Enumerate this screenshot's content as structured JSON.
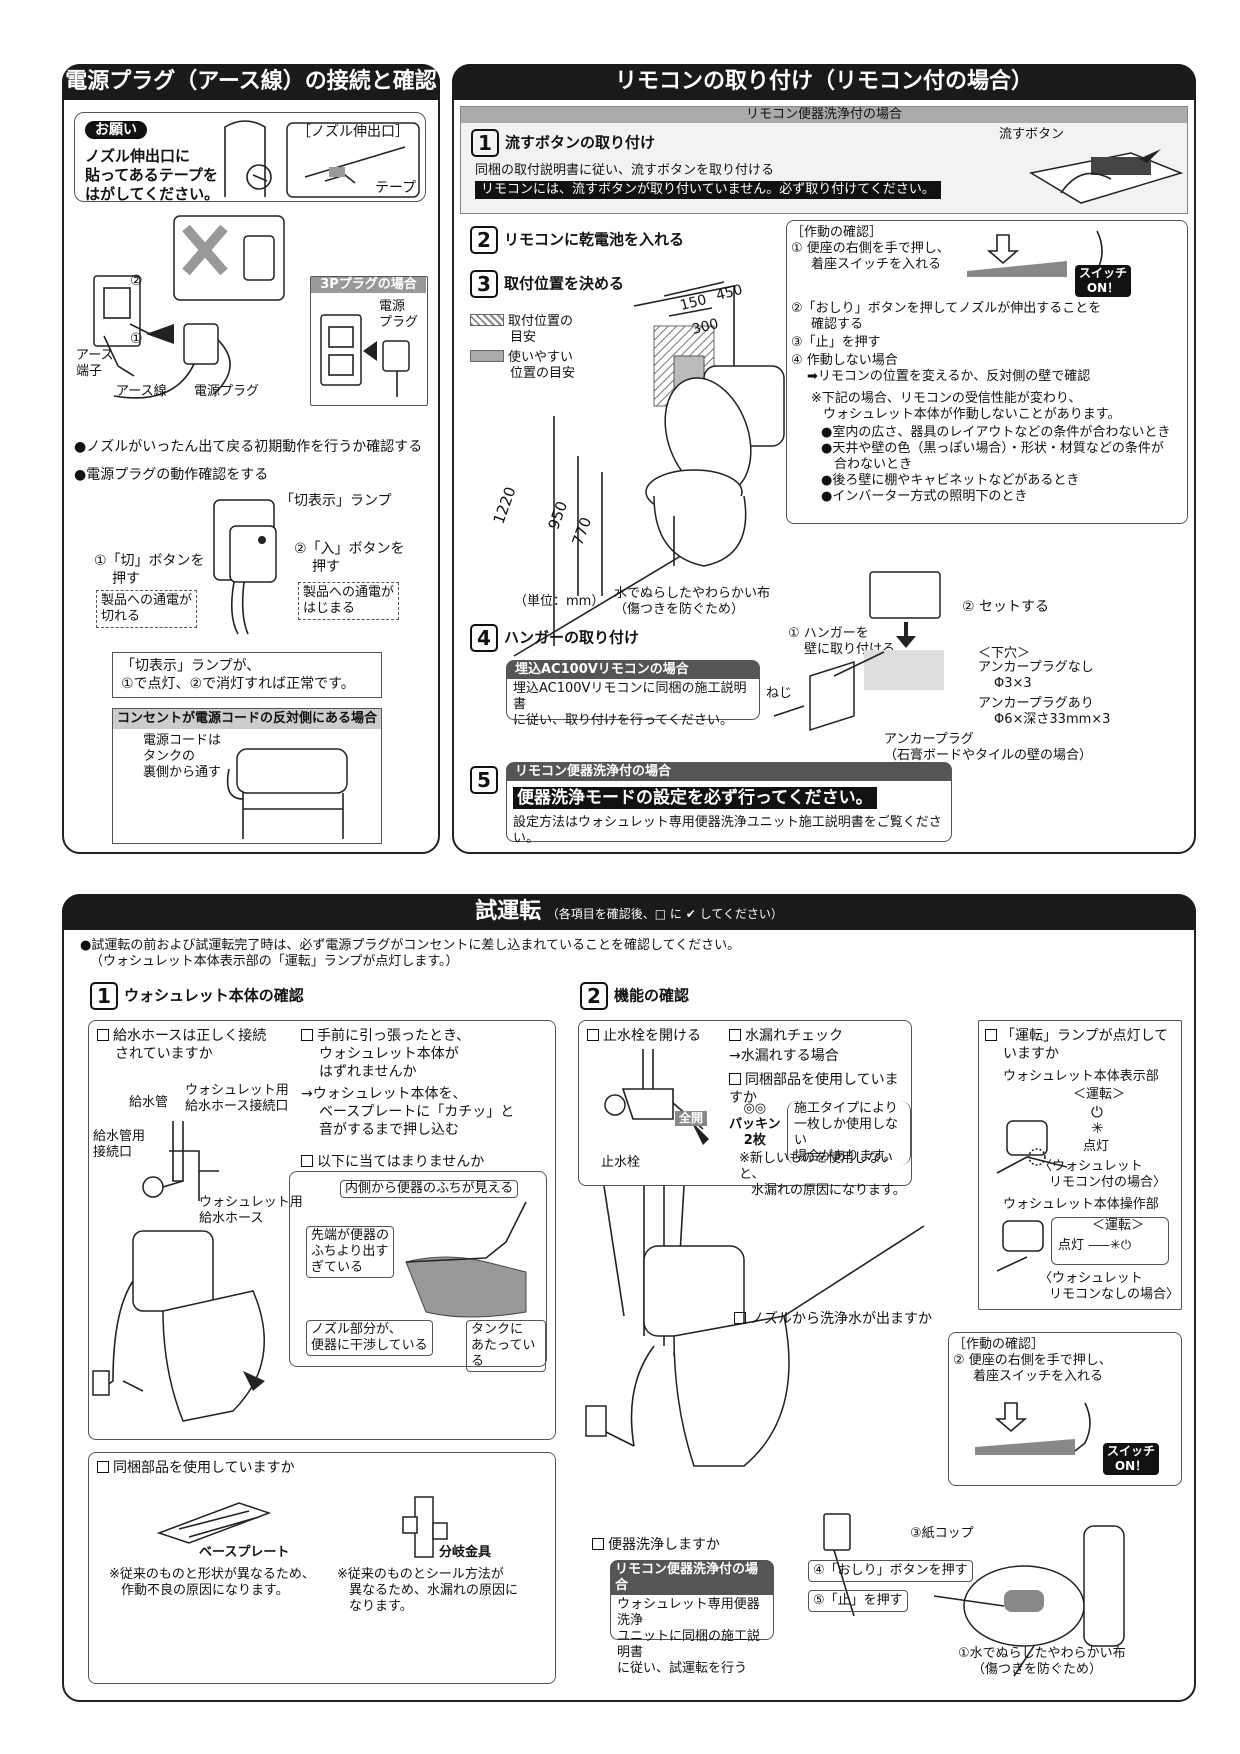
{
  "sec1": {
    "title": "電源プラグ（アース線）の接続と確認",
    "request_badge": "お願い",
    "request_text": [
      "ノズル伸出口に",
      "貼ってあるテープを",
      "はがしてください。"
    ],
    "nozzle_label": "［ノズル伸出口］",
    "tape_label": "テープ",
    "plug3p_title": "3Pプラグの場合",
    "plug3p_label": [
      "電源",
      "プラグ"
    ],
    "step1": "①",
    "step2": "②",
    "earth_terminal": [
      "アース",
      "端子"
    ],
    "earth_wire": "アース線",
    "power_plug": "電源プラグ",
    "bullet1": "●ノズルがいったん出て戻る初期動作を行うか確認する",
    "bullet2": "●電源プラグの動作確認をする",
    "off_lamp": "「切表示」ランプ",
    "off_btn": [
      "①「切」ボタンを",
      "押す"
    ],
    "on_btn": [
      "②「入」ボタンを",
      "押す"
    ],
    "off_note": [
      "製品への通電が",
      "切れる"
    ],
    "on_note": [
      "製品への通電が",
      "はじまる"
    ],
    "lamp_note": [
      "「切表示」ランプが、",
      "①で点灯、②で消灯すれば正常です。"
    ],
    "outlet_title": "コンセントが電源コードの反対側にある場合",
    "outlet_text": [
      "電源コードは",
      "タンクの",
      "裏側から通す"
    ]
  },
  "sec2": {
    "title": "リモコンの取り付け（リモコン付の場合）",
    "subbar": "リモコン便器洗浄付の場合",
    "s1_num": "1",
    "s1_title": "流すボタンの取り付け",
    "s1_text": "同梱の取付説明書に従い、流すボタンを取り付ける",
    "s1_warn": "リモコンには、流すボタンが取り付いていません。必ず取り付けてください。",
    "flush_btn": "流すボタン",
    "s2_num": "2",
    "s2_title": "リモコンに乾電池を入れる",
    "s3_num": "3",
    "s3_title": "取付位置を決める",
    "legend1": [
      "取付位置の",
      "目安"
    ],
    "legend2": [
      "使いやすい",
      "位置の目安"
    ],
    "dims": [
      "150",
      "450",
      "300",
      "1220",
      "950",
      "770"
    ],
    "unit": "（単位：mm）",
    "cloth": [
      "水でぬらしたやわらかい布",
      "（傷つきを防ぐため）"
    ],
    "check_title": "［作動の確認］",
    "check1": [
      "① 便座の右側を手で押し、",
      "着座スイッチを入れる"
    ],
    "switch_on": [
      "スイッチ",
      "ON！"
    ],
    "check2": [
      "②「おしり」ボタンを押してノズルが伸出することを",
      "確認する"
    ],
    "check3": "③「止」を押す",
    "check4": "④ 作動しない場合",
    "check4b": "➡リモコンの位置を変えるか、反対側の壁で確認",
    "note_head": [
      "※下記の場合、リモコンの受信性能が変わり、",
      "ウォシュレット本体が作動しないことがあります。"
    ],
    "note_items": [
      "●室内の広さ、器具のレイアウトなどの条件が合わないとき",
      "●天井や壁の色（黒っぽい場合）・形状・材質などの条件が",
      "　合わないとき",
      "●後ろ壁に棚やキャビネットなどがあるとき",
      "●インバーター方式の照明下のとき"
    ],
    "s4_num": "4",
    "s4_title": "ハンガーの取り付け",
    "s4_tag": "埋込AC100Vリモコンの場合",
    "s4_text": [
      "埋込AC100Vリモコンに同梱の施工説明書",
      "に従い、取り付けを行ってください。"
    ],
    "hanger1": [
      "① ハンガーを",
      "壁に取り付ける"
    ],
    "set": "② セットする",
    "screw": "ねじ",
    "lower_hole": "＜下穴＞",
    "anchor_none": [
      "アンカープラグなし",
      "Φ3×3"
    ],
    "anchor_yes": [
      "アンカープラグあり",
      "Φ6×深さ33mm×3"
    ],
    "anchor_plug": [
      "アンカープラグ",
      "（石膏ボードやタイルの壁の場合）"
    ],
    "s5_num": "5",
    "s5_tag": "リモコン便器洗浄付の場合",
    "s5_main": "便器洗浄モードの設定を必ず行ってください。",
    "s5_sub": "設定方法はウォシュレット専用便器洗浄ユニット施工説明書をご覧ください。"
  },
  "sec3": {
    "title": "試運転",
    "title_note": "（各項目を確認後、□ に ✔ してください）",
    "intro": [
      "●試運転の前および試運転完了時は、必ず電源プラグがコンセントに差し込まれていることを確認してください。",
      "（ウォシュレット本体表示部の「運転」ランプが点灯します。）"
    ],
    "p1_num": "1",
    "p1_title": "ウォシュレット本体の確認",
    "hose_check": [
      "給水ホースは正しく接続",
      "されていますか"
    ],
    "water_pipe": "給水管",
    "hose_port": [
      "ウォシュレット用",
      "給水ホース接続口"
    ],
    "pipe_port": [
      "給水管用",
      "接続口"
    ],
    "hose": [
      "ウォシュレット用",
      "給水ホース"
    ],
    "pull_check": [
      "手前に引っ張ったとき、",
      "ウォシュレット本体が",
      "はずれませんか"
    ],
    "pull_fix": [
      "→ウォシュレット本体を、",
      "ベースプレートに「カチッ」と",
      "音がするまで押し込む"
    ],
    "not_apply": "以下に当てはまりませんか",
    "rim_visible": "内側から便器のふちが見える",
    "tip_over": [
      "先端が便器の",
      "ふちより出す",
      "ぎている"
    ],
    "nozzle_hit": [
      "ノズル部分が、",
      "便器に干渉している"
    ],
    "tank_hit": [
      "タンクに",
      "あたっている"
    ],
    "parts_check": "同梱部品を使用していますか",
    "base_plate": "ベースプレート",
    "branch": "分岐金具",
    "base_note": [
      "※従来のものと形状が異なるため、",
      "作動不良の原因になります。"
    ],
    "branch_note": [
      "※従来のものとシール方法が",
      "異なるため、水漏れの原因に",
      "なります。"
    ],
    "p2_num": "2",
    "p2_title": "機能の確認",
    "valve_open": "止水栓を開ける",
    "full_open": "全開",
    "stop_valve": "止水栓",
    "leak_check": "水漏れチェック",
    "leak_fix": "→水漏れする場合",
    "parts_check2": "同梱部品を使用していますか",
    "packing": [
      "パッキン",
      "2枚"
    ],
    "packing_note": [
      "施工タイプにより",
      "一枚しか使用しない",
      "場合があります。"
    ],
    "packing_warn": [
      "※新しいものを使用しないと、",
      "水漏れの原因になります。"
    ],
    "lamp_check": [
      "「運転」ランプが点灯して",
      "いますか"
    ],
    "body_display": "ウォシュレット本体表示部",
    "run_label": "＜運転＞",
    "lit": "点灯",
    "with_remote": [
      "〈ウォシュレット",
      "リモコン付の場合〉"
    ],
    "body_panel": "ウォシュレット本体操作部",
    "lit2": "点灯",
    "without_remote": [
      "〈ウォシュレット",
      "リモコンなしの場合〉"
    ],
    "nozzle_water": "ノズルから洗浄水が出ますか",
    "check_title": "［作動の確認］",
    "check2": [
      "② 便座の右側を手で押し、",
      "着座スイッチを入れる"
    ],
    "switch_on": [
      "スイッチ",
      "ON！"
    ],
    "paper_cup": "③紙コップ",
    "oshiri": "④「おしり」ボタンを押す",
    "stop": "⑤「止」を押す",
    "cloth": [
      "①水でぬらしたやわらかい布",
      "（傷つきを防ぐため）"
    ],
    "flush_check": "便器洗浄しますか",
    "flush_tag": "リモコン便器洗浄付の場合",
    "flush_text": [
      "ウォシュレット専用便器洗浄",
      "ユニットに同梱の施工説明書",
      "に従い、試運転を行う"
    ]
  }
}
